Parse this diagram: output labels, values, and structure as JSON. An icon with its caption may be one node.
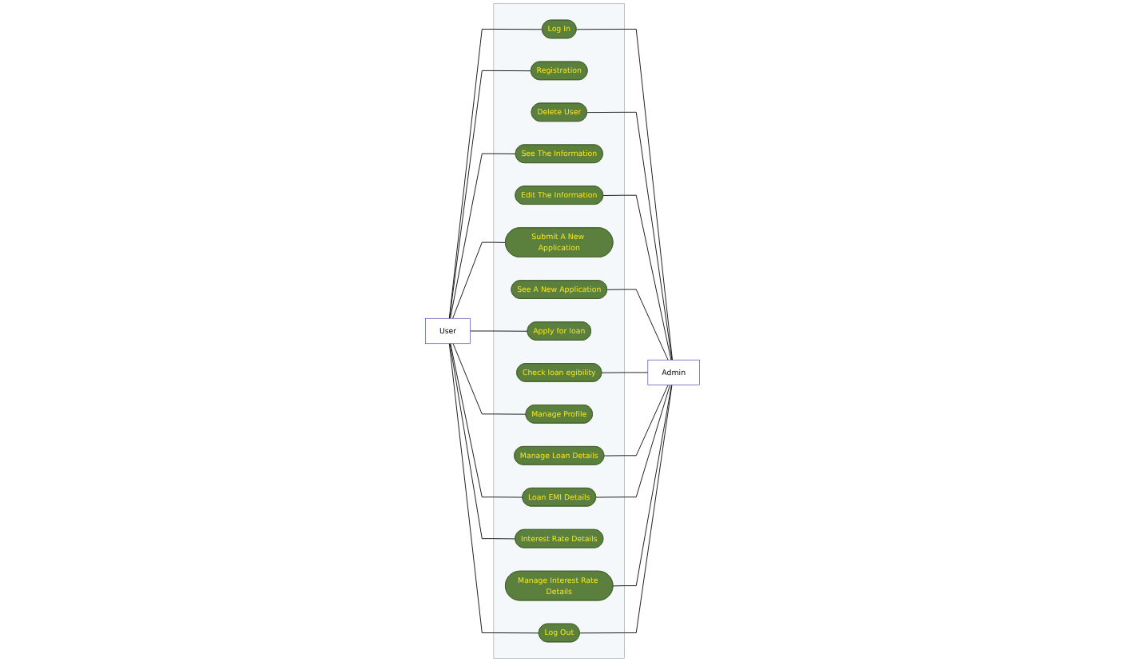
{
  "diagram": {
    "nodes": [
      {
        "text": [
          "User"
        ]
      },
      {
        "text": [],
        "shape": "box"
      },
      {
        "text": [
          "Log In"
        ],
        "in": 1
      },
      {
        "text": [
          "Registration"
        ],
        "in": 1
      },
      {
        "text": [
          "Delete User"
        ],
        "in": 1
      },
      {
        "text": [
          "See The Information"
        ],
        "in": 1
      },
      {
        "text": [
          "Edit The Information"
        ],
        "in": 1
      },
      {
        "text": [
          "Submit A New Application"
        ],
        "in": 1
      },
      {
        "text": [
          "See A New Application"
        ],
        "in": 1
      },
      {
        "text": [
          "Apply for loan"
        ],
        "in": 1
      },
      {
        "text": [
          "Check loan egibility"
        ],
        "in": 1
      },
      {
        "text": [
          "Manage Profile"
        ],
        "in": 1
      },
      {
        "text": [
          "Manage Loan Details"
        ],
        "in": 1
      },
      {
        "text": [
          "Loan EMI Details"
        ],
        "in": 1
      },
      {
        "text": [
          "Interest Rate Details"
        ],
        "in": 1
      },
      {
        "text": [
          "Manage Interest Rate Details"
        ],
        "in": 1
      },
      {
        "text": [
          "Log Out"
        ],
        "in": 1
      },
      {
        "text": [
          "Admin"
        ]
      }
    ],
    "edges": [
      {
        "from": 0,
        "to": 2,
        "arrow": "none"
      },
      {
        "from": 0,
        "to": 3,
        "arrow": "none"
      },
      {
        "from": 0,
        "to": 5,
        "arrow": "none"
      },
      {
        "from": 0,
        "to": 7,
        "arrow": "none"
      },
      {
        "from": 0,
        "to": 9,
        "arrow": "none"
      },
      {
        "from": 0,
        "to": 11,
        "arrow": "none"
      },
      {
        "from": 0,
        "to": 13,
        "arrow": "none"
      },
      {
        "from": 0,
        "to": 14,
        "arrow": "none"
      },
      {
        "from": 0,
        "to": 16,
        "arrow": "none"
      },
      {
        "from": 2,
        "to": 17,
        "arrow": "none"
      },
      {
        "from": 4,
        "to": 17,
        "arrow": "none"
      },
      {
        "from": 6,
        "to": 17,
        "arrow": "none"
      },
      {
        "from": 8,
        "to": 17,
        "arrow": "none"
      },
      {
        "from": 10,
        "to": 17,
        "arrow": "none"
      },
      {
        "from": 12,
        "to": 17,
        "arrow": "none"
      },
      {
        "from": 13,
        "to": 17,
        "arrow": "none"
      },
      {
        "from": 15,
        "to": 17,
        "arrow": "none"
      },
      {
        "from": 16,
        "to": 17,
        "arrow": "none"
      }
    ]
  }
}
